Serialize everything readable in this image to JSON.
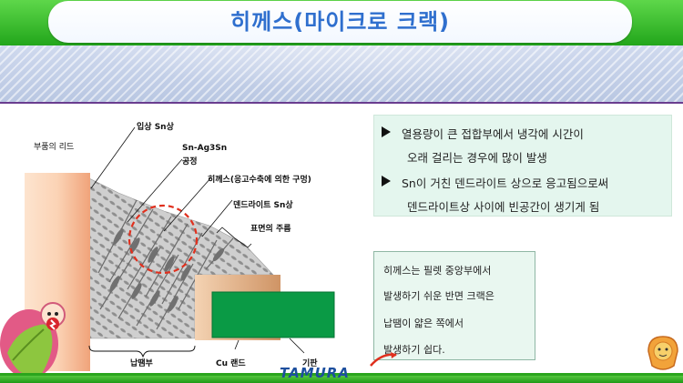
{
  "title": "히께스(마이크로 크랙)",
  "diagram": {
    "labels": {
      "lead": "부품의 리드",
      "primary_sn": "입상 Sn상",
      "eutectic_line1": "Sn-Ag3Sn",
      "eutectic_line2": "공정",
      "hickess": "히께스(응고수축에 의한 구멍)",
      "dendrite_sn": "덴드라이트 Sn상",
      "surface_wrinkle": "표면의 주름",
      "solder": "납땜부",
      "cu_land": "Cu 랜드",
      "substrate": "기판"
    }
  },
  "box1": {
    "line1": "열용량이 큰 접합부에서 냉각에 시간이",
    "line2": "오래 걸리는 경우에 많이 발생",
    "line3": "Sn이 거친 덴드라이트 상으로 응고됨으로써",
    "line4": "덴드라이트상 사이에 빈공간이 생기게 됨"
  },
  "box2": {
    "line1": "히께스는 필렛 중앙부에서",
    "line2": "발생하기 쉬운 반면 크랙은",
    "line3": "납땜이 얇은 쪽에서",
    "line4": "발생하기 쉽다."
  },
  "logo": "TAMURA",
  "colors": {
    "title_text": "#2f6fce",
    "green_bar": "#22a61b",
    "box_bg": "#e4f6ee",
    "copper": "#e6b88c",
    "substrate": "#0a9a45",
    "dashed_circle": "#e0301e"
  }
}
